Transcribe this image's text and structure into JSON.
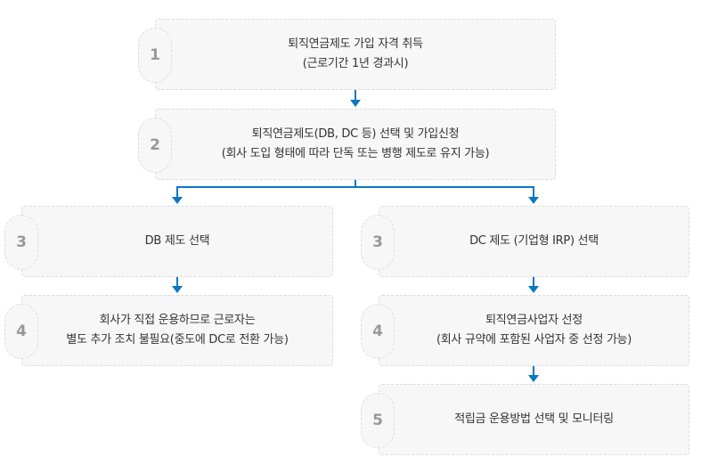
{
  "steps": [
    {
      "number": "1",
      "lines": [
        "퇴직연금제도 가입 자격 취득",
        "(근로기간 1년 경과시)"
      ]
    },
    {
      "number": "2",
      "lines": [
        "퇴직연금제도(DB, DC 등) 선택 및 가입신청",
        "(회사 도입 형태에 따라 단독 또는 병행 제도로 유지 가능)"
      ]
    },
    {
      "number": "3",
      "lines": [
        "DB 제도 선택"
      ]
    },
    {
      "number": "4",
      "lines": [
        "회사가 직접 운용하므로 근로자는",
        "별도 추가 조치 불필요(중도에 DC로 전환 가능)"
      ]
    },
    {
      "number": "3",
      "lines": [
        "DC 제도 (기업형 IRP) 선택"
      ]
    },
    {
      "number": "4",
      "lines": [
        "퇴직연금사업자 선정",
        "(회사 규약에 포함된 사업자 중 선정 가능)"
      ]
    },
    {
      "number": "5",
      "lines": [
        "적립금 운용방법 선택 및 모니터링"
      ]
    }
  ],
  "colors": {
    "arrow": "#0a78c2",
    "box": "#f7f7f7",
    "border": "#dcdcdc"
  }
}
